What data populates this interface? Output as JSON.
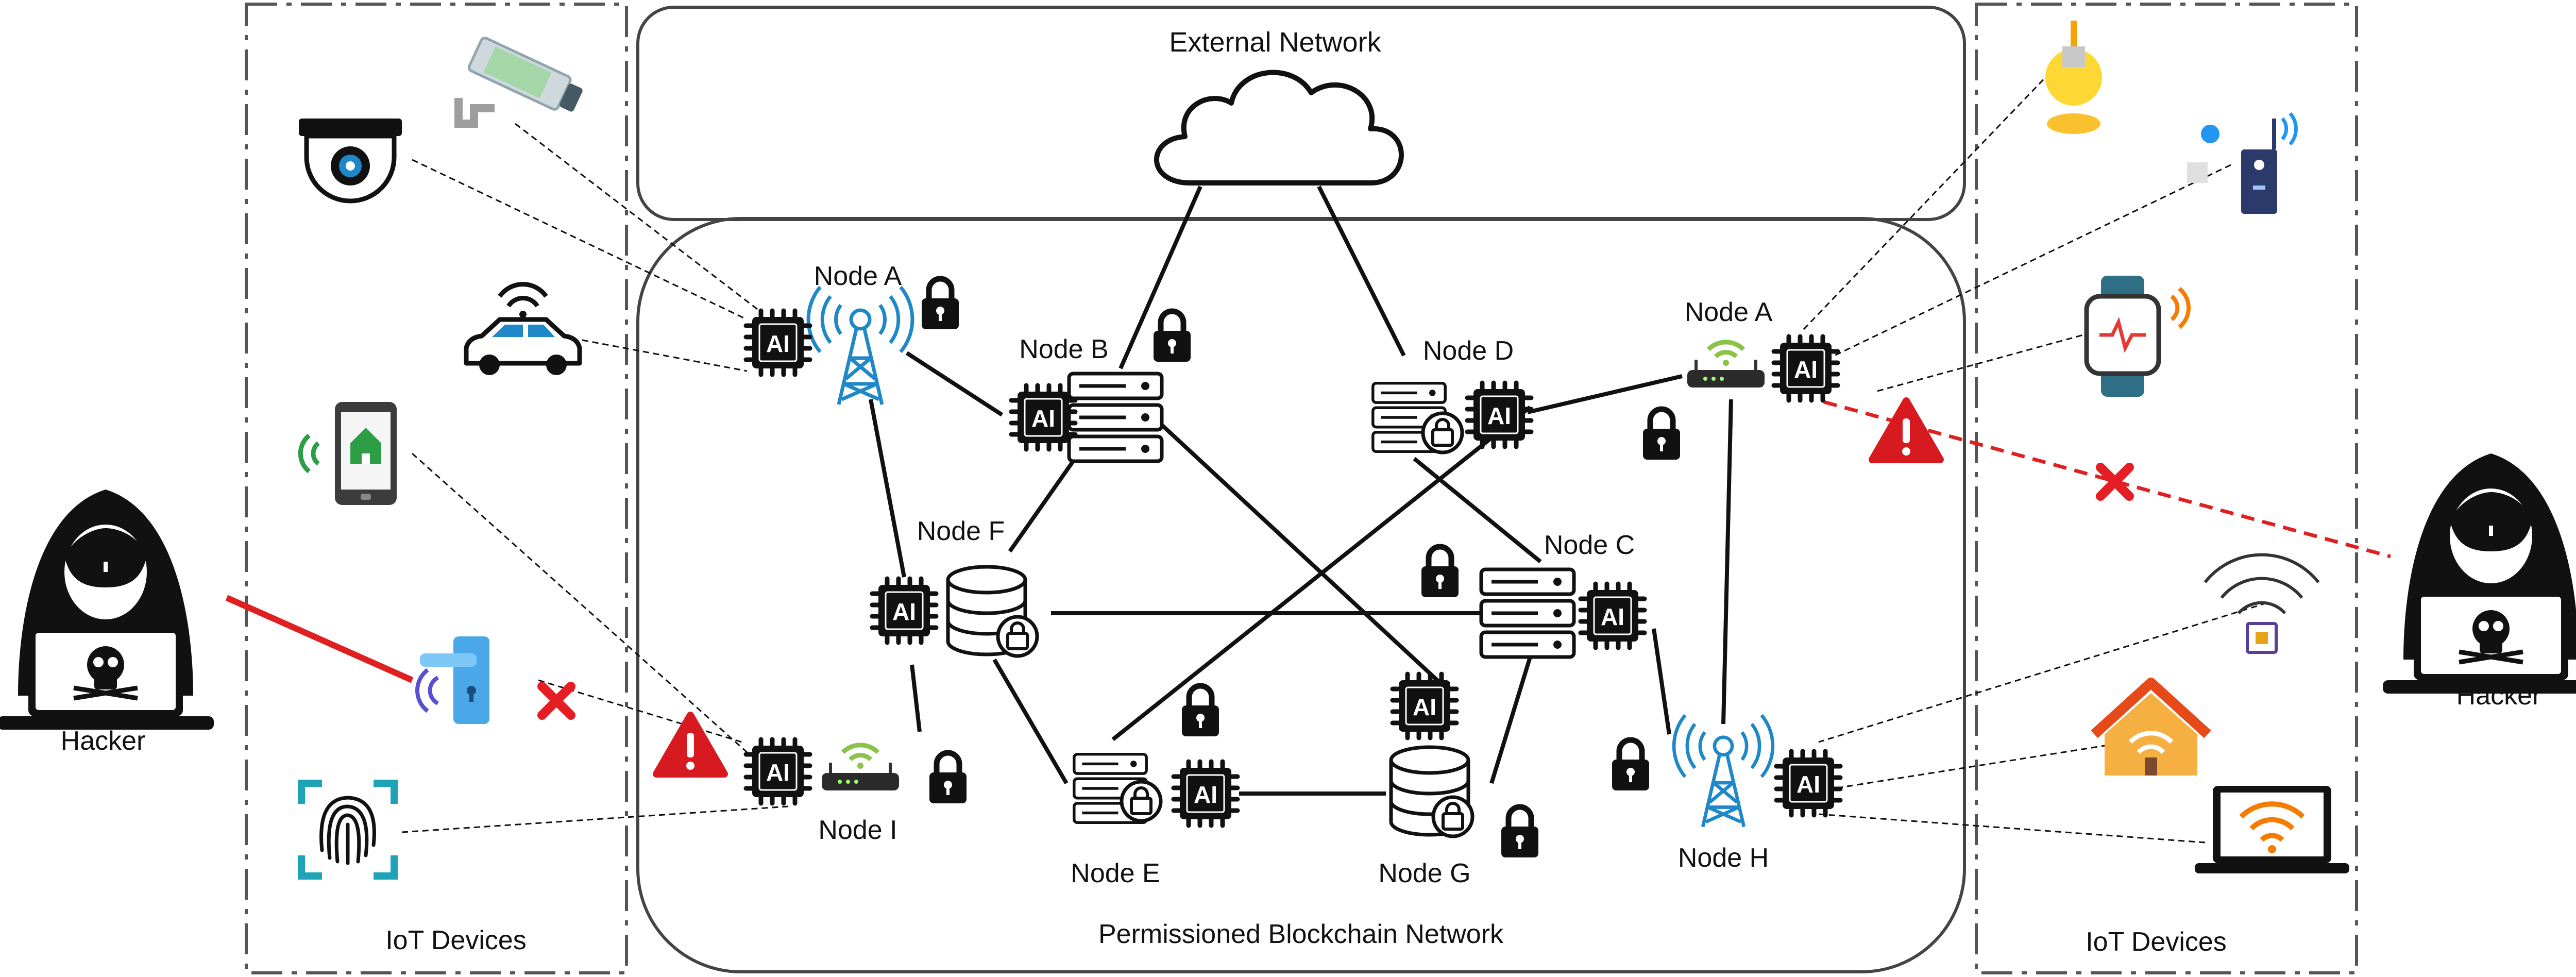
{
  "regions": {
    "external_network": "External Network",
    "blockchain_network": "Permissioned Blockchain Network",
    "iot_left": "IoT Devices",
    "iot_right": "IoT Devices"
  },
  "hackers": {
    "left": "Hacker",
    "right": "Hacker"
  },
  "chip_text": "AI",
  "nodes": {
    "a_left": "Node A",
    "b": "Node B",
    "d": "Node D",
    "a_right": "Node A",
    "f": "Node F",
    "c": "Node C",
    "i": "Node I",
    "e": "Node E",
    "g": "Node G",
    "h": "Node H"
  },
  "colors": {
    "attack_line": "#e02020",
    "warning": "#d71920",
    "node_tower": "#1e88c8",
    "router_wifi": "#8bc34a",
    "chip": "#111111"
  },
  "icons": {
    "left_devices": [
      "security-camera-icon",
      "cctv-icon",
      "connected-car-icon",
      "smart-home-phone-icon",
      "smart-lock-icon",
      "fingerprint-scanner-icon"
    ],
    "right_devices": [
      "smart-bulb-icon",
      "smart-sensor-icon",
      "smartwatch-icon",
      "wifi-chip-icon",
      "smart-house-icon",
      "laptop-wifi-icon"
    ]
  }
}
